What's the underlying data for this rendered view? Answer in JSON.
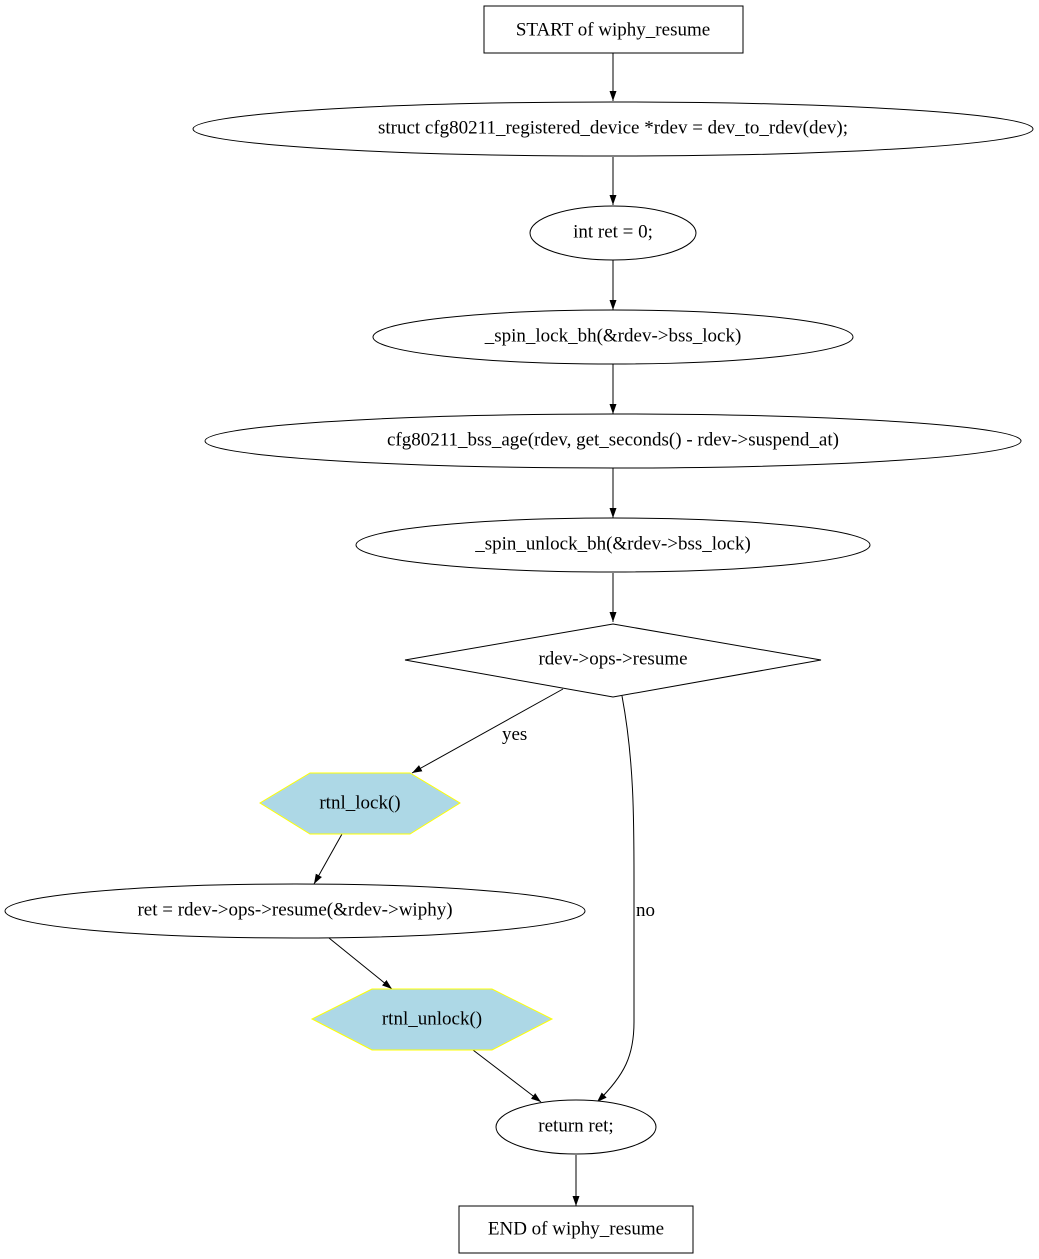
{
  "diagram": {
    "function_name": "wiphy_resume",
    "nodes": {
      "start": "START of wiphy_resume",
      "rdev_decl": "struct cfg80211_registered_device *rdev = dev_to_rdev(dev);",
      "ret_decl": "int ret = 0;",
      "spin_lock": "_spin_lock_bh(&rdev->bss_lock)",
      "bss_age": "cfg80211_bss_age(rdev, get_seconds() - rdev->suspend_at)",
      "spin_unlock": "_spin_unlock_bh(&rdev->bss_lock)",
      "condition": "rdev->ops->resume",
      "rtnl_lock": "rtnl_lock()",
      "resume_call": "ret = rdev->ops->resume(&rdev->wiphy)",
      "rtnl_unlock": "rtnl_unlock()",
      "return": "return ret;",
      "end": "END of wiphy_resume"
    },
    "edge_labels": {
      "yes": "yes",
      "no": "no"
    },
    "colors": {
      "function_call_fill": "#add8e6",
      "function_call_border": "#ffff00",
      "line": "#000000"
    }
  }
}
